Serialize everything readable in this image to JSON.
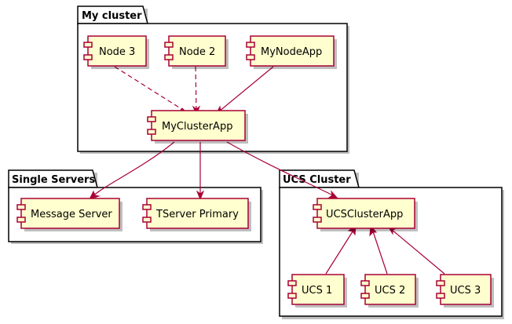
{
  "packages": {
    "my_cluster": "My cluster",
    "single_servers": "Single Servers",
    "ucs_cluster": "UCS Cluster"
  },
  "components": {
    "node3": "Node 3",
    "node2": "Node 2",
    "mynodeapp": "MyNodeApp",
    "myclusterapp": "MyClusterApp",
    "message_server": "Message Server",
    "tserver_primary": "TServer Primary",
    "ucsclusterapp": "UCSClusterApp",
    "ucs1": "UCS 1",
    "ucs2": "UCS 2",
    "ucs3": "UCS 3"
  },
  "colors": {
    "component_fill": "#FEFECE",
    "component_border": "#A80036",
    "package_border": "#000000"
  }
}
